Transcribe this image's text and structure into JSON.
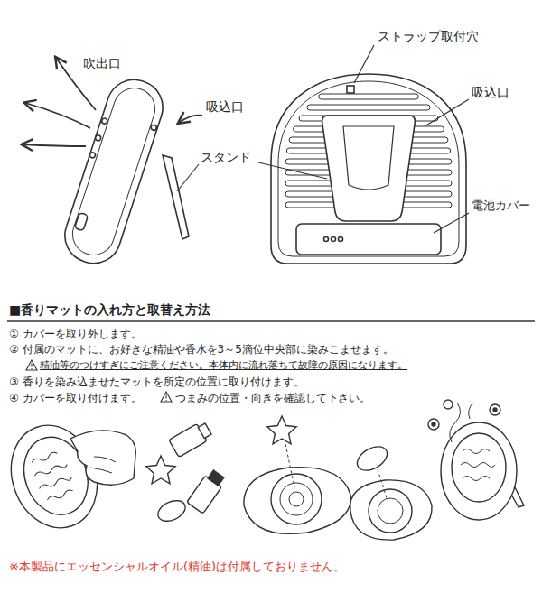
{
  "diagram": {
    "title": "■香りマットの入れ方と取替え方法",
    "caption": "※本製品にエッセンシャルオイル(精油)は付属しておりません。",
    "labels": [
      "吹出口",
      "吸込口",
      "スタンド",
      "ストラップ取付穴",
      "吸込口",
      "電池カバー",
      "① カバーを取り外します。",
      "② 付属のマットに、お好きな精油や香水を3～5滴位中央部に染みこませます。",
      "精油等のつけすぎにご注意ください。本体内に流れ落ちて故障の原因になります。",
      "③ 香りを染み込ませたマットを所定の位置に取り付けます。",
      "④ カバーを取り付けます。",
      "つまみの位置・向きを確認して下さい。"
    ]
  }
}
